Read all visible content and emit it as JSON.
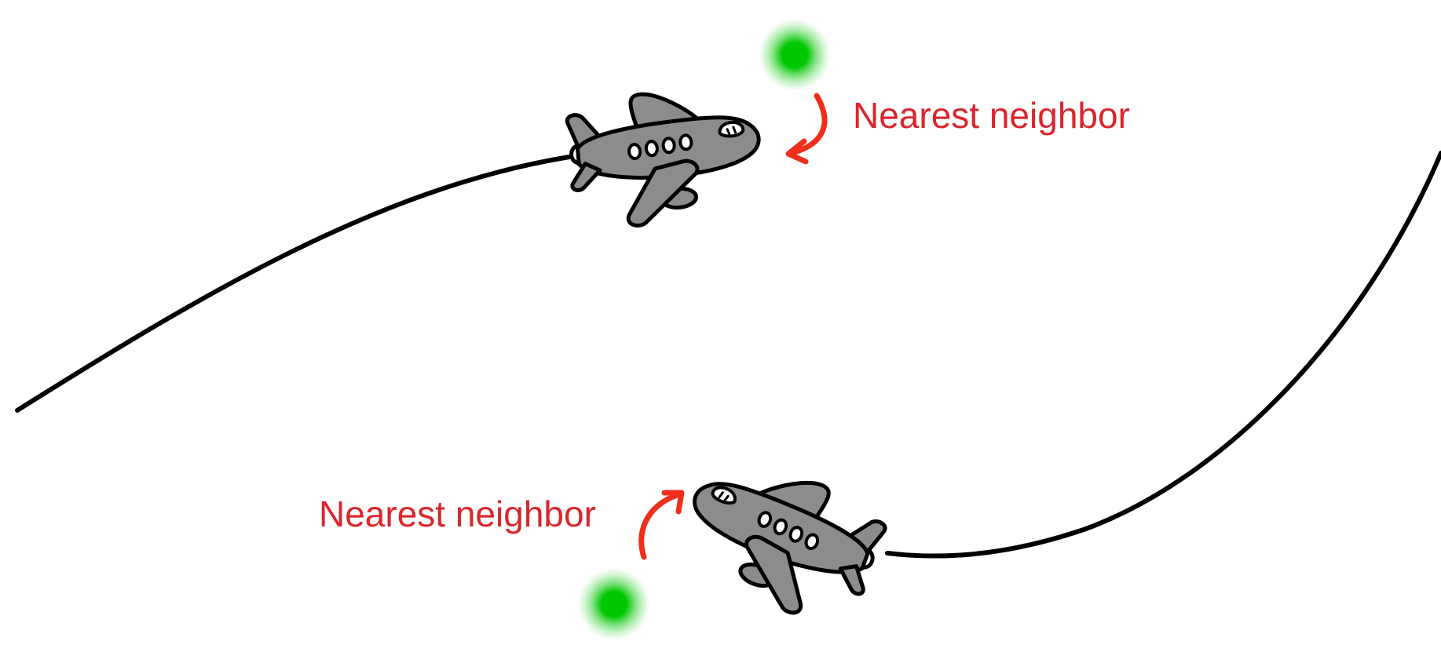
{
  "labels": {
    "top": "Nearest neighbor",
    "bottom": "Nearest neighbor"
  },
  "colors": {
    "label": "#d9262c",
    "arrow": "#ef2e1c",
    "path": "#000000",
    "plane_body": "#8c8c8c",
    "plane_outline": "#000000",
    "plane_window": "#ffffff",
    "neighbor_dot": "#00c800"
  },
  "icons": {
    "plane": "airplane-icon",
    "neighbor": "glowing-green-dot",
    "pointer": "curved-arrow"
  }
}
